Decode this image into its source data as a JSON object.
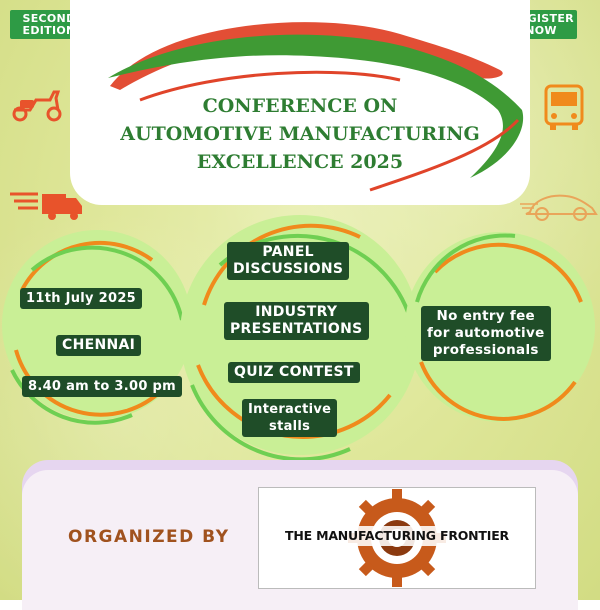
{
  "edition_badge": [
    "SECOND",
    "EDITION"
  ],
  "register_badge": [
    "REGISTER",
    "NOW"
  ],
  "title_lines": [
    "CONFERENCE ON",
    "AUTOMOTIVE MANUFACTURING",
    "EXCELLENCE 2025"
  ],
  "left_circle": {
    "date": "11th July 2025",
    "city": "CHENNAI",
    "time": "8.40 am to 3.00 pm"
  },
  "center_circle": {
    "panel": [
      "PANEL",
      "DISCUSSIONS"
    ],
    "industry": [
      "INDUSTRY",
      "PRESENTATIONS"
    ],
    "quiz": "QUIZ CONTEST",
    "stalls": [
      "Interactive",
      "stalls"
    ]
  },
  "right_circle": {
    "lines": [
      "No entry fee",
      "for automotive",
      "professionals"
    ]
  },
  "organized_label": "ORGANIZED BY",
  "organizer_name": "THE MANUFACTURING FRONTIER",
  "icons": [
    "scooter-icon",
    "bus-icon",
    "truck-icon",
    "car-icon",
    "car-swoosh-icon",
    "gear-logo-icon"
  ],
  "colors": {
    "green": "#2e9b45",
    "dark_green": "#1f4d28",
    "orange": "#f08a1c",
    "red": "#e0442a",
    "title_green": "#2e7d32",
    "organized_brown": "#a0521e"
  }
}
